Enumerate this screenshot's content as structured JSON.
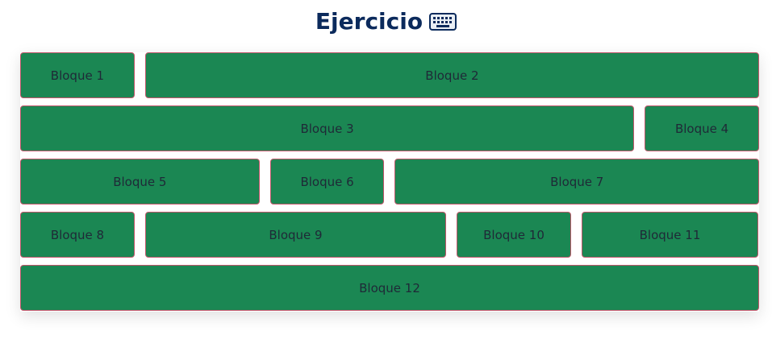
{
  "header": {
    "title": "Ejercicio"
  },
  "icons": {
    "title_icon": "keyboard-icon"
  },
  "colors": {
    "title": "#0b2a5c",
    "block_fill": "#1b8753",
    "block_border": "#c1566b",
    "block_text": "#1f2937"
  },
  "blocks": [
    "Bloque 1",
    "Bloque 2",
    "Bloque 3",
    "Bloque 4",
    "Bloque 5",
    "Bloque 6",
    "Bloque 7",
    "Bloque 8",
    "Bloque 9",
    "Bloque 10",
    "Bloque 11",
    "Bloque 12"
  ]
}
